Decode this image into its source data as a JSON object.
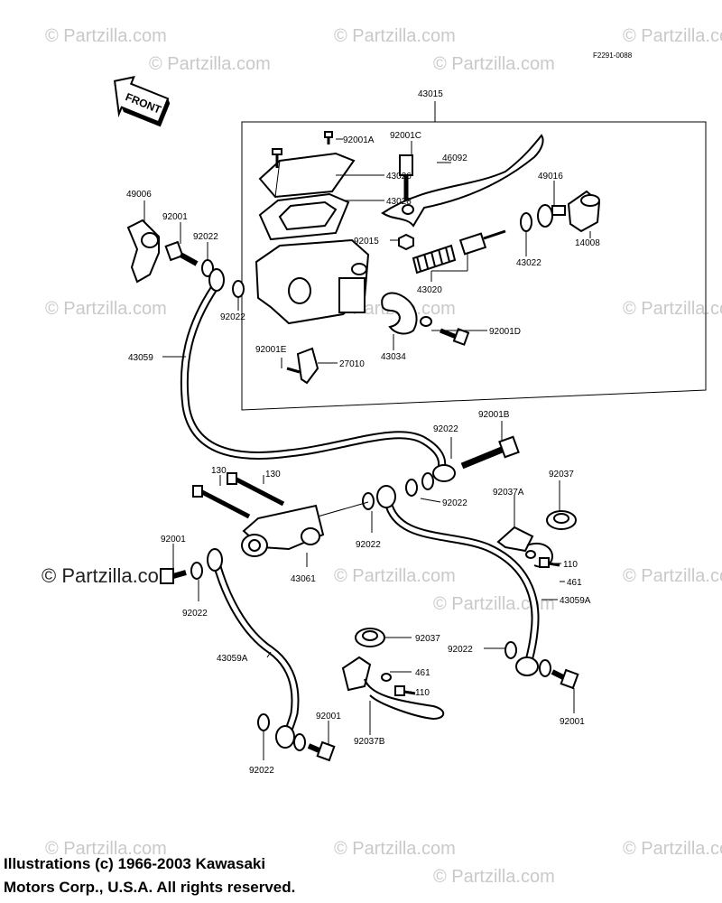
{
  "watermark": {
    "text": "© Partzilla.com",
    "big_text": "© Partzilla.com",
    "color": "#c9c9c9"
  },
  "figure_code": "F2291-0088",
  "front_label": "FRONT",
  "copyright": {
    "line1": "Illustrations (c) 1966-2003 Kawasaki",
    "line2": "Motors Corp., U.S.A.  All rights reserved."
  },
  "labels": {
    "p43015": "43015",
    "p92001A": "92001A",
    "p92001C": "92001C",
    "p46092": "46092",
    "p43026": "43026",
    "p43028": "43028",
    "p49016": "49016",
    "p49006": "49006",
    "p92001_top": "92001",
    "p92022_top": "92022",
    "p92015": "92015",
    "p43022": "43022",
    "p14008": "14008",
    "p43020": "43020",
    "p92022_mid": "92022",
    "p92001D": "92001D",
    "p43059": "43059",
    "p92001E": "92001E",
    "p27010": "27010",
    "p43034": "43034",
    "p92022_b1": "92022",
    "p92001B": "92001B",
    "p130a": "130",
    "p130b": "130",
    "p92037_r": "92037",
    "p92037A": "92037A",
    "p92022_b2": "92022",
    "p92022_b3": "92022",
    "p110_r": "110",
    "p92001_l": "92001",
    "p43061": "43061",
    "p461_r": "461",
    "p92022_l": "92022",
    "p43059A_r": "43059A",
    "p43059A_l": "43059A",
    "p92037_c": "92037",
    "p92022_r": "92022",
    "p461_c": "461",
    "p110_c": "110",
    "p92001_bl": "92001",
    "p92001_br": "92001",
    "p92037B": "92037B",
    "p92022_bl": "92022"
  }
}
